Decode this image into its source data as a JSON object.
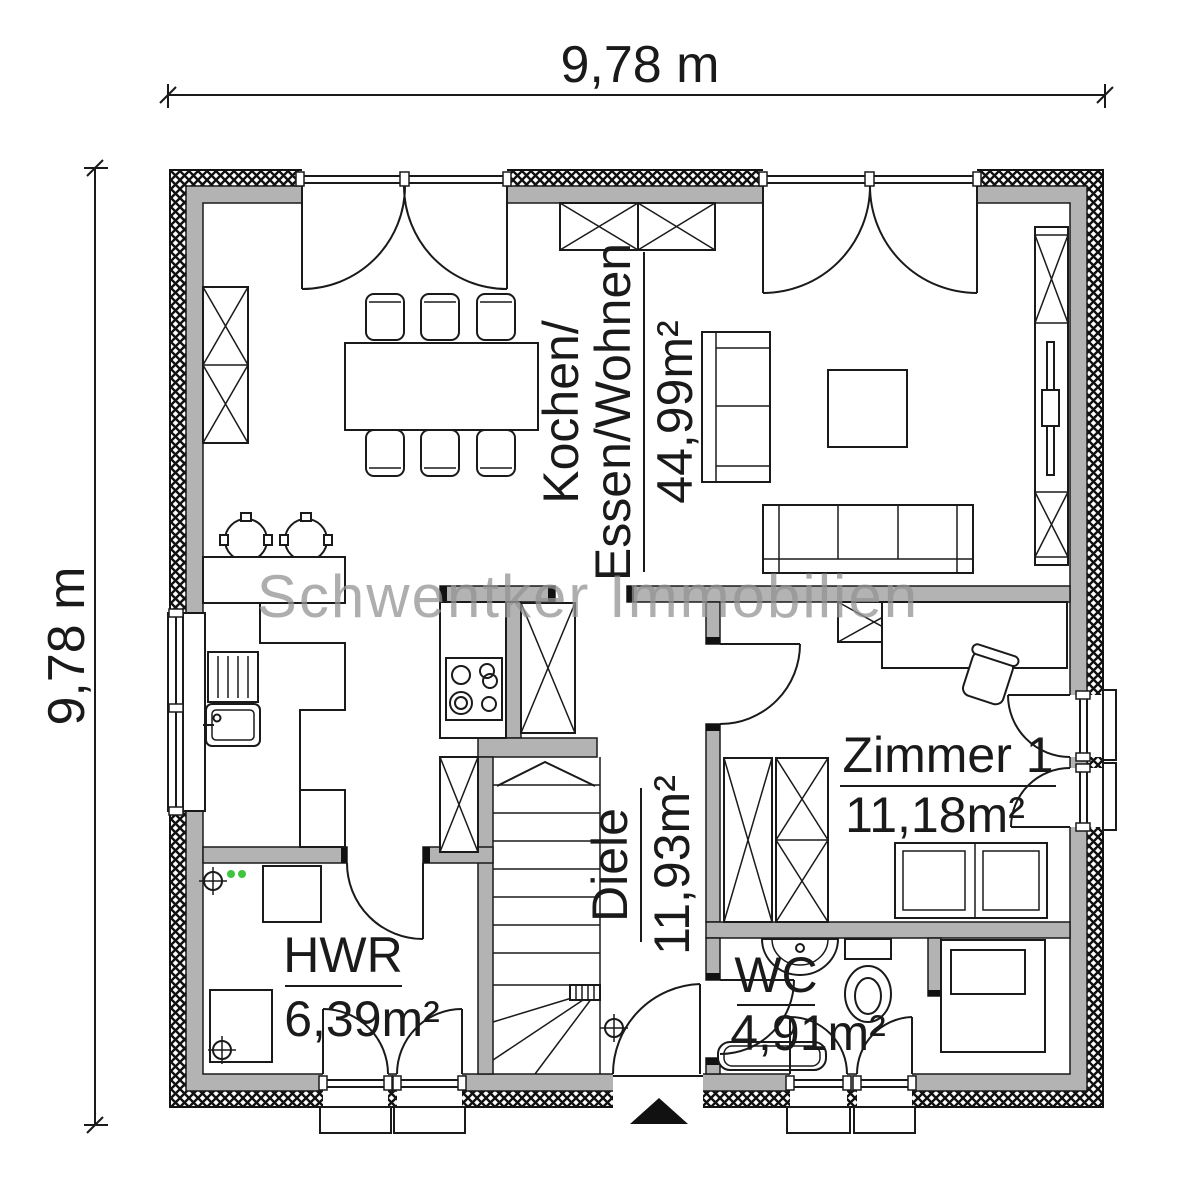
{
  "dimensions": {
    "top_label": "9,78 m",
    "left_label": "9,78 m"
  },
  "watermark": {
    "text": "Schwentker Immobilien",
    "color": "#949494"
  },
  "rooms": {
    "kochen_essen_wohnen": {
      "name_line1": "Kochen/",
      "name_line2": "Essen/Wohnen",
      "area": "44,99m²"
    },
    "zimmer1": {
      "name": "Zimmer 1",
      "area": "11,18m²"
    },
    "diele": {
      "name": "Diele",
      "area": "11,93m²"
    },
    "hwr": {
      "name": "HWR",
      "area": "6,39m²"
    },
    "wc": {
      "name": "WC",
      "area": "4,91m²"
    }
  },
  "colors": {
    "interior_wall_fill": "#b3b3b3",
    "outline": "#1a1a1a",
    "hatch": "#111111",
    "watermark_gray": "#949494",
    "indicator_green": "#3fc43f"
  },
  "icons": {
    "entrance_arrow": "filled-triangle-up",
    "drain_symbol": "circle-crosshair",
    "stair_direction": "chevron-up"
  }
}
